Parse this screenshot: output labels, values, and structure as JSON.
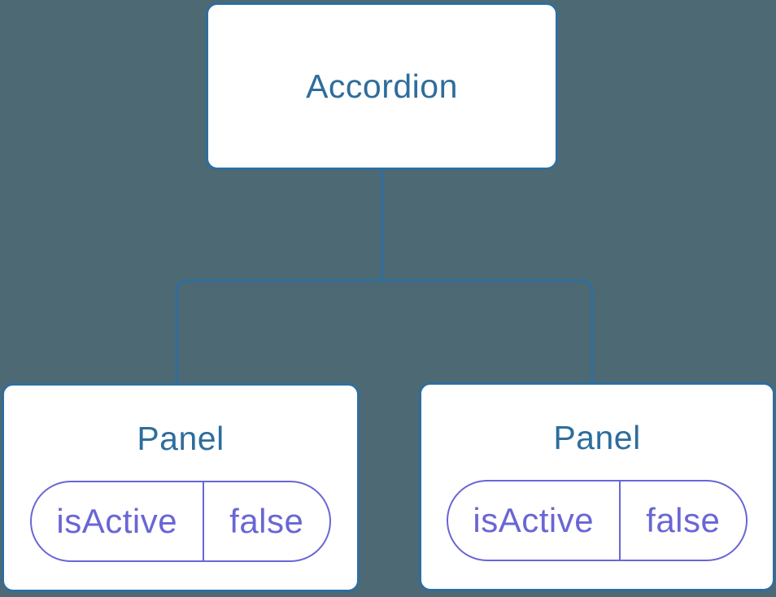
{
  "colors": {
    "background": "#4D6973",
    "stroke": "#2F6E9E",
    "node_bg": "#FFFFFF",
    "node_text": "#2E6D9C",
    "purple": "#6966D6"
  },
  "tree": {
    "root": {
      "label": "Accordion"
    },
    "children": [
      {
        "label": "Panel",
        "state": {
          "key": "isActive",
          "value": "false"
        }
      },
      {
        "label": "Panel",
        "state": {
          "key": "isActive",
          "value": "false"
        }
      }
    ]
  }
}
